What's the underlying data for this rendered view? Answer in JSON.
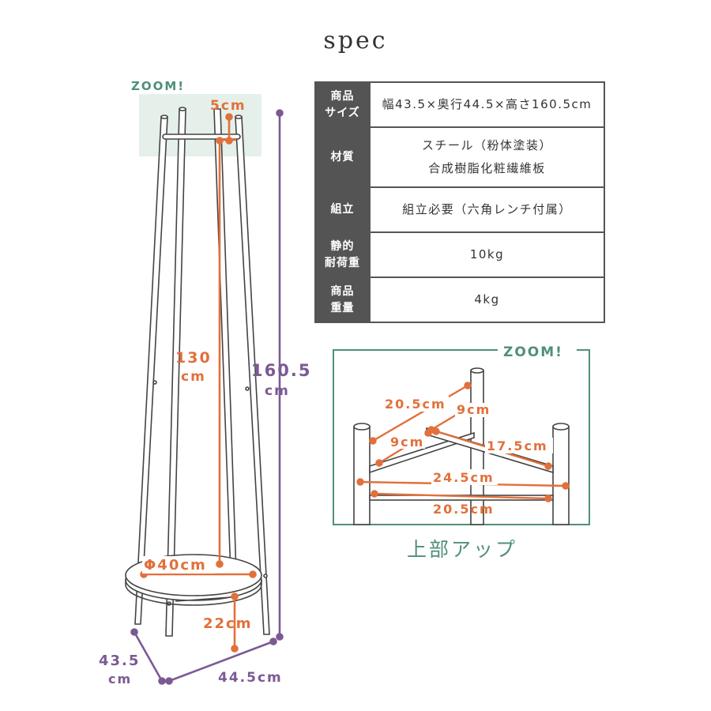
{
  "title": "spec",
  "spec_rows": [
    {
      "head": [
        "商品",
        "サイズ"
      ],
      "value": [
        "幅43.5×奥行44.5×高さ160.5cm"
      ]
    },
    {
      "head": [
        "材質"
      ],
      "value": [
        "スチール（粉体塗装）",
        "合成樹脂化粧繊維板"
      ]
    },
    {
      "head": [
        "組立"
      ],
      "value": [
        "組立必要（六角レンチ付属）"
      ]
    },
    {
      "head": [
        "静的",
        "耐荷重"
      ],
      "value": [
        "10kg"
      ]
    },
    {
      "head": [
        "商品",
        "重量"
      ],
      "value": [
        "4kg"
      ]
    }
  ],
  "diagram": {
    "zoom_label": "ZOOM!",
    "dim_hook": "5cm",
    "dim_upper_1": "130",
    "dim_upper_2": "cm",
    "dim_total_1": "160.5",
    "dim_total_2": "cm",
    "dim_shelf_diameter": "Φ40cm",
    "dim_shelf_height": "22cm",
    "dim_depth_1": "43.5",
    "dim_depth_2": "cm",
    "dim_width": "44.5cm"
  },
  "zoom_box": {
    "label": "ZOOM!",
    "dim_a": "20.5cm",
    "dim_b": "9cm",
    "dim_c": "9cm",
    "dim_d": "17.5cm",
    "dim_e": "24.5cm",
    "dim_f": "20.5cm",
    "caption": "上部アップ"
  },
  "colors": {
    "orange": "#e2703a",
    "purple": "#7b5a93",
    "green": "#4f8f7c",
    "zoom_fill": "#e6f0ea",
    "table_head": "#545454"
  }
}
